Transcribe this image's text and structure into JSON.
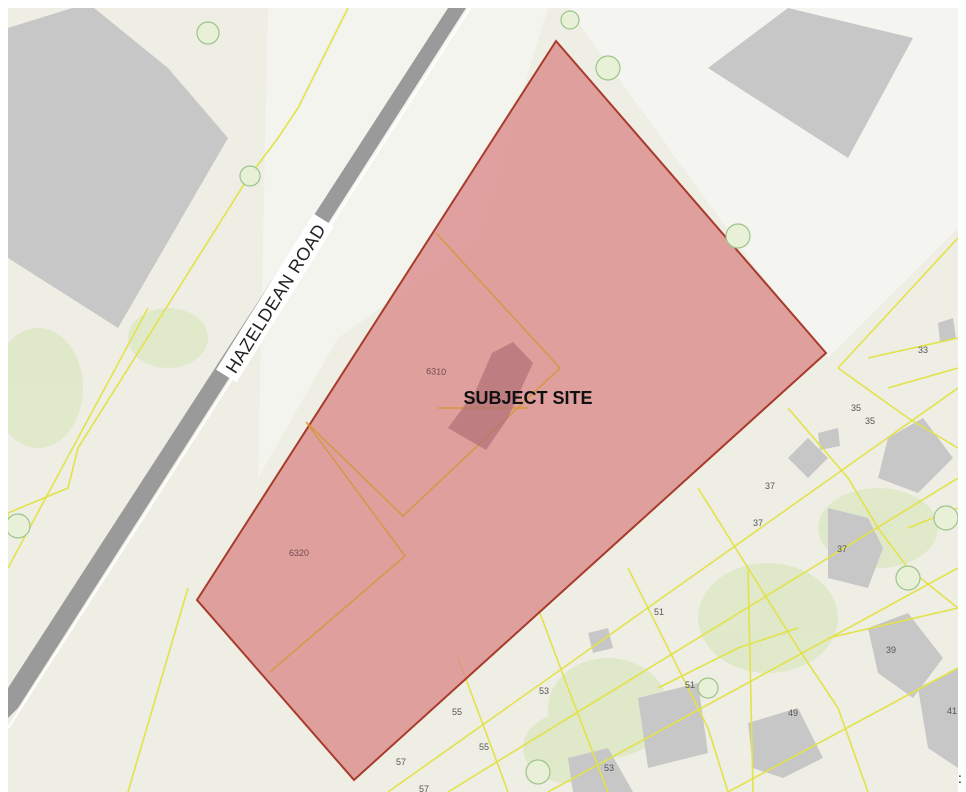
{
  "map": {
    "colors": {
      "background": "#efeee4",
      "green": "#dfe8c8",
      "building": "#c7c7c7",
      "road": "#9a9a9a",
      "parcel_line": "#e2e24a",
      "site_fill": "#d98b8b",
      "site_stroke": "#a83b2b",
      "lot_line": "#d6962e"
    },
    "road_label": "HAZELDEAN ROAD",
    "site_label": "SUBJECT SITE",
    "site_addresses": [
      "6310",
      "6320"
    ],
    "lot_numbers": [
      "33",
      "35",
      "35",
      "37",
      "37",
      "37",
      "39",
      "41",
      "49",
      "51",
      "51",
      "53",
      "53",
      "55",
      "55",
      "57",
      "57"
    ]
  },
  "trailing_mark": ":"
}
